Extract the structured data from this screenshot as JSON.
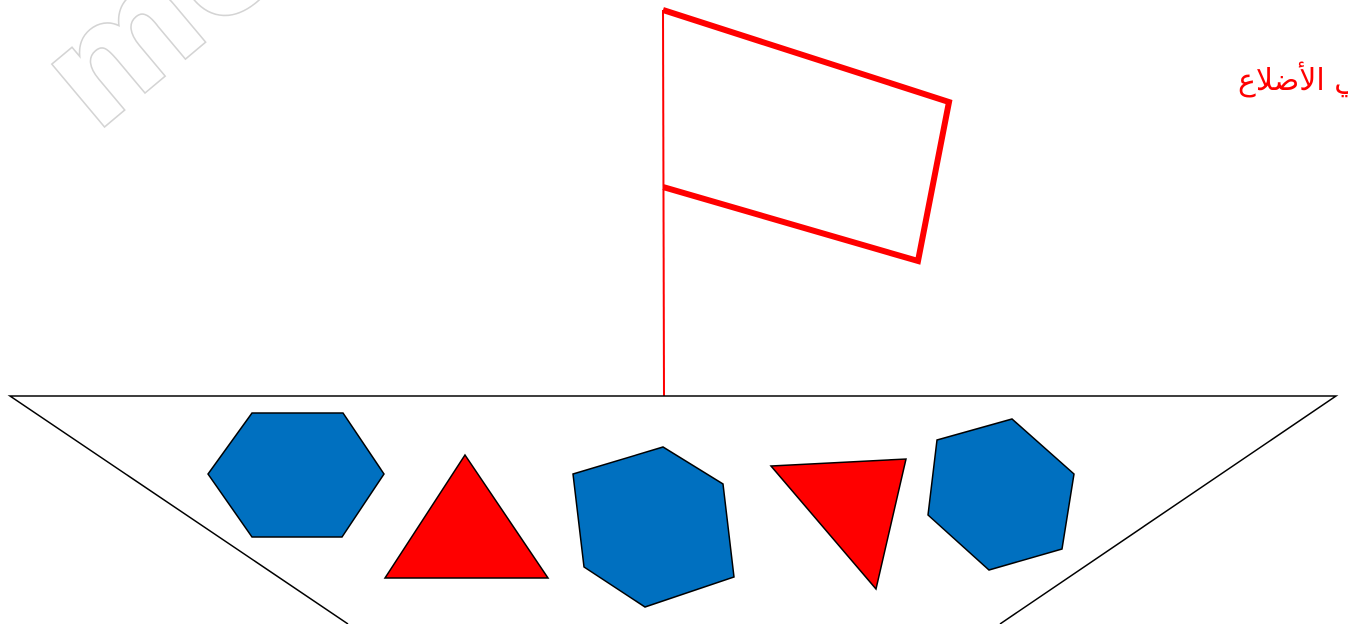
{
  "labels": {
    "flag_label": "رباعي الأضلاع",
    "watermark": "met"
  },
  "colors": {
    "background": "#ffffff",
    "red": "#ff0000",
    "blue": "#0070c0",
    "outline": "#000000",
    "watermark_stroke": "#d4d4d4"
  },
  "shapes": [
    {
      "name": "hexagon",
      "color": "blue"
    },
    {
      "name": "triangle",
      "color": "red"
    },
    {
      "name": "hexagon",
      "color": "blue"
    },
    {
      "name": "triangle",
      "color": "red"
    },
    {
      "name": "hexagon",
      "color": "blue"
    }
  ],
  "flag": {
    "shape": "quadrilateral",
    "color": "red"
  }
}
